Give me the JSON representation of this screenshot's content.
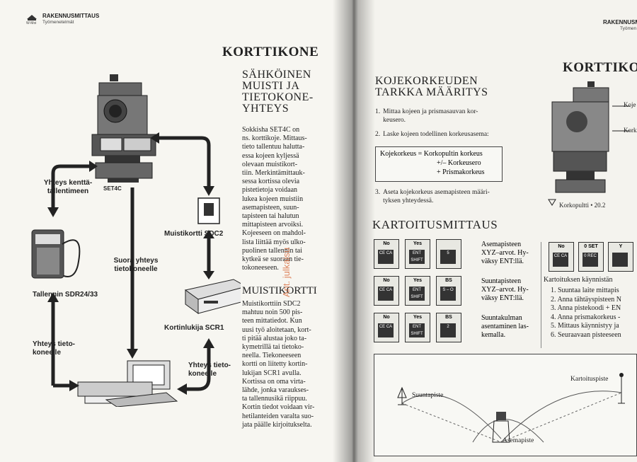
{
  "left": {
    "header_title": "RAKENNUSMITTAUS",
    "header_sub": "Työmenetelmät",
    "logo_text": "W-Moi",
    "title": "KORTTIKONE",
    "section1_title": "SÄHKÖINEN MUISTI JA TIETOKONE-YHTEYS",
    "section1_lines": [
      "Sokkisha SET4C on",
      "ns. korttikoje. Mittaus-",
      "tieto tallentuu halutta-",
      "essa kojeen kyljessä",
      "olevaan muistikort-",
      "tiin. Merkintämittauk-",
      "sessa kortissa olevia",
      "pistetietoja voidaan",
      "lukea kojeen muistiin",
      "asemapisteen, suun-",
      "tapisteen tai halutun",
      "mittapisteen arvoiksi.",
      "Kojeeseen on mahdol-",
      "lista liittää myös ulko-",
      "puolinen tallennin tai",
      "kytkeä se suoraan tie-",
      "tokoneeseen."
    ],
    "section2_title": "MUISTIKORTTI",
    "section2_lines": [
      "Muistikorttiin SDC2",
      "mahtuu noin 500 pis-",
      "teen mittatiedot. Kun",
      "uusi työ aloitetaan, kort-",
      "ti pitää alustaa joko ta-",
      "kymetrillä tai tietoko-",
      "neella. Tiekoneeseen",
      "kortti on liitetty kortin-",
      "lukijan SCR1 avulla.",
      "Kortissa on oma virta-",
      "lähde, jonka varaukses-",
      "ta tallennusikä riippuu.",
      "Kortin tiedot voidaan vir-",
      "hetilanteiden varalta suo-",
      "jata päälle kirjoitukselta."
    ],
    "labels": {
      "set4c": "SET4C",
      "yhteys_kentta": [
        "Yhteys kenttä-",
        "tallentimeen"
      ],
      "muistikortti": "Muistikortti SDC2",
      "suora": [
        "Suora yhteys",
        "tietokoneelle"
      ],
      "tallennin": "Tallennin SDR24/33",
      "kortinlukija": "Kortinlukija SCR1",
      "yhteys_tieto_left": [
        "Yhteys tieto-",
        "koneelle"
      ],
      "yhteys_tieto_right": [
        "Yhteys tieto-",
        "koneelle"
      ]
    },
    "watermark": "Ant. julkaisu"
  },
  "right": {
    "header_title": "RAKENNUSMI",
    "header_sub": "Työmen",
    "title": "KORTTIKO",
    "section1_title": [
      "KOJEKORKEUDEN",
      "TARKKA MÄÄRITYS"
    ],
    "steps": [
      {
        "n": "1.",
        "lines": [
          "Mittaa kojeen ja prismasauvan kor-",
          "keusero."
        ]
      },
      {
        "n": "2.",
        "lines": [
          "Laske kojeen todellinen korkeusasema:"
        ]
      }
    ],
    "formula": [
      "Kojekorkeus = Korkopultin korkeus",
      "+/– Korkeusero",
      "+ Prismakorkeus"
    ],
    "step3": {
      "n": "3.",
      "lines": [
        "Aseta kojekorkeus asemapisteen määri-",
        "tyksen yhteydessä."
      ]
    },
    "section2_title": "KARTOITUSMITTAUS",
    "key_rows": [
      {
        "keys": [
          {
            "top": "No",
            "face": "CE CA"
          },
          {
            "top": "Yes",
            "face": "ENT SHIFT"
          },
          {
            "top": "",
            "face": "5"
          }
        ],
        "text": [
          "Asemapisteen",
          "XYZ–arvot. Hy-",
          "väksy ENT:llä."
        ]
      },
      {
        "keys": [
          {
            "top": "No",
            "face": "CE CA"
          },
          {
            "top": "Yes",
            "face": "ENT SHIFT"
          },
          {
            "top": "BS",
            "face": "S – O"
          }
        ],
        "text": [
          "Suuntapisteen",
          "XYZ–arvot. Hy-",
          "väksy ENT:llä."
        ]
      },
      {
        "keys": [
          {
            "top": "No",
            "face": "CE CA"
          },
          {
            "top": "Yes",
            "face": "ENT SHIFT"
          },
          {
            "top": "BS",
            "face": "2"
          }
        ],
        "text": [
          "Suuntakulman",
          "asentaminen las-",
          "kemalla."
        ]
      }
    ],
    "top_keys": [
      {
        "top": "No",
        "face": "CE CA"
      },
      {
        "top": "0 SET",
        "face": "0 REC"
      },
      {
        "top": "Y",
        "face": ""
      }
    ],
    "instrument_labels": {
      "koje": "Koje",
      "korko": "Kork",
      "korkopultti": "Korkopultti  • 20.2"
    },
    "kartoitus_title": "Kartoituksen käynnistän",
    "kartoitus_list": [
      "1. Suuntaa laite mittapis",
      "2. Anna tähtäyspisteen N",
      "3. Anna pistekoodi + EN",
      "4. Anna prismakorkeus -",
      "5. Mittaus käynnistyy ja",
      "6. Seuraavaan pisteeseen"
    ],
    "diagram": {
      "suuntapiste": "Suuntapiste",
      "asemapiste": "Asemapiste",
      "kartoituspiste": "Kartoituspiste"
    }
  }
}
